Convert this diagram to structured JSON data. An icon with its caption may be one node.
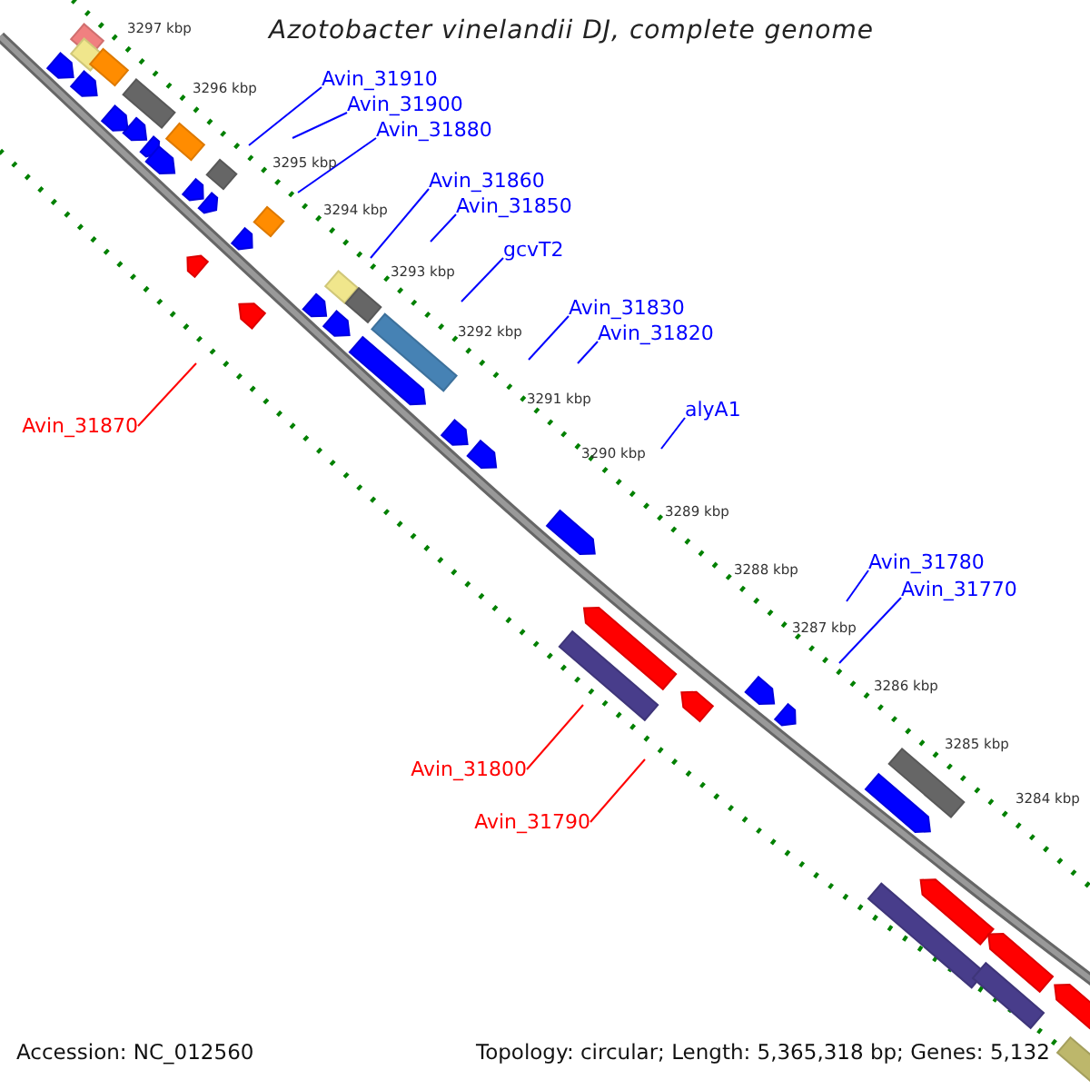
{
  "diagram": {
    "title": "Azotobacter vinelandii DJ, complete genome",
    "nodes": [
      {
        "text": [
          "Avin_31910"
        ]
      },
      {
        "text": [
          "Avin_31900"
        ]
      },
      {
        "text": [
          "Avin_31880"
        ]
      },
      {
        "text": [
          "Avin_31860"
        ]
      },
      {
        "text": [
          "Avin_31850"
        ]
      },
      {
        "text": [
          "gcvT2"
        ]
      },
      {
        "text": [
          "Avin_31830"
        ]
      },
      {
        "text": [
          "Avin_31820"
        ]
      },
      {
        "text": [
          "alyA1"
        ]
      },
      {
        "text": [
          "Avin_31780"
        ]
      },
      {
        "text": [
          "Avin_31770"
        ]
      },
      {
        "text": [
          "Avin_31870"
        ]
      },
      {
        "text": [
          "Avin_31800"
        ]
      },
      {
        "text": [
          "Avin_31790"
        ]
      }
    ],
    "edges": [
      {
        "from": 0,
        "to": null,
        "arrow": "none"
      },
      {
        "from": 1,
        "to": null,
        "arrow": "none"
      },
      {
        "from": 2,
        "to": null,
        "arrow": "none"
      },
      {
        "from": 3,
        "to": null,
        "arrow": "none"
      },
      {
        "from": 4,
        "to": null,
        "arrow": "none"
      },
      {
        "from": 5,
        "to": null,
        "arrow": "none"
      },
      {
        "from": 6,
        "to": null,
        "arrow": "none"
      },
      {
        "from": 7,
        "to": null,
        "arrow": "none"
      },
      {
        "from": 8,
        "to": null,
        "arrow": "none"
      },
      {
        "from": 9,
        "to": null,
        "arrow": "none"
      },
      {
        "from": 10,
        "to": null,
        "arrow": "none"
      },
      {
        "from": 11,
        "to": null,
        "arrow": "none",
        "color": "#ff0000"
      },
      {
        "from": 12,
        "to": null,
        "arrow": "none",
        "color": "#ff0000"
      },
      {
        "from": 13,
        "to": null,
        "arrow": "none",
        "color": "#ff0000"
      }
    ],
    "labels": [
      "3297 kbp",
      "3296 kbp",
      "3295 kbp",
      "3294 kbp",
      "3293 kbp",
      "3292 kbp",
      "3291 kbp",
      "3290 kbp",
      "3289 kbp",
      "3288 kbp",
      "3287 kbp",
      "3286 kbp",
      "3285 kbp",
      "3284 kbp",
      "Accession: NC_012560",
      "Topology: circular; Length: 5,365,318 bp; Genes: 5,132"
    ]
  }
}
